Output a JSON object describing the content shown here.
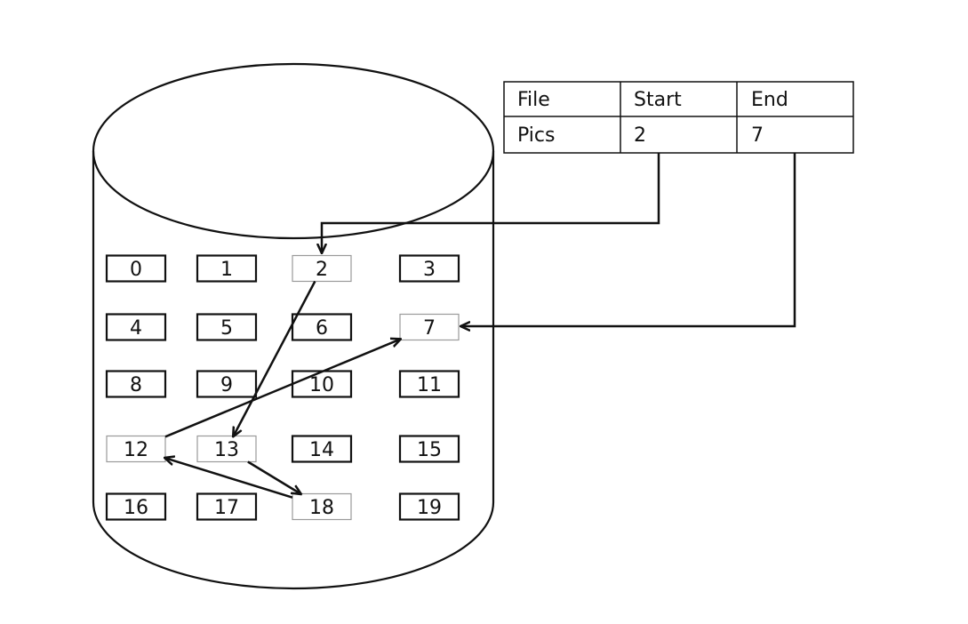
{
  "colors": {
    "stroke": "#111111",
    "faint": "#9a9a9a",
    "background": "#ffffff"
  },
  "table": {
    "headers": [
      "File",
      "Start",
      "End"
    ],
    "row": [
      "Pics",
      "2",
      "7"
    ]
  },
  "blocks": [
    {
      "label": "0",
      "style": "normal"
    },
    {
      "label": "1",
      "style": "normal"
    },
    {
      "label": "2",
      "style": "faint"
    },
    {
      "label": "3",
      "style": "normal"
    },
    {
      "label": "4",
      "style": "normal"
    },
    {
      "label": "5",
      "style": "normal"
    },
    {
      "label": "6",
      "style": "normal"
    },
    {
      "label": "7",
      "style": "faint"
    },
    {
      "label": "8",
      "style": "normal"
    },
    {
      "label": "9",
      "style": "normal"
    },
    {
      "label": "10",
      "style": "normal"
    },
    {
      "label": "11",
      "style": "normal"
    },
    {
      "label": "12",
      "style": "faint"
    },
    {
      "label": "13",
      "style": "faint"
    },
    {
      "label": "14",
      "style": "normal"
    },
    {
      "label": "15",
      "style": "normal"
    },
    {
      "label": "16",
      "style": "normal"
    },
    {
      "label": "17",
      "style": "normal"
    },
    {
      "label": "18",
      "style": "faint"
    },
    {
      "label": "19",
      "style": "normal"
    }
  ],
  "chain": [
    "2",
    "13",
    "18",
    "12",
    "7"
  ],
  "pointers": [
    {
      "from": "Start",
      "to": "2"
    },
    {
      "from": "End",
      "to": "7"
    }
  ]
}
